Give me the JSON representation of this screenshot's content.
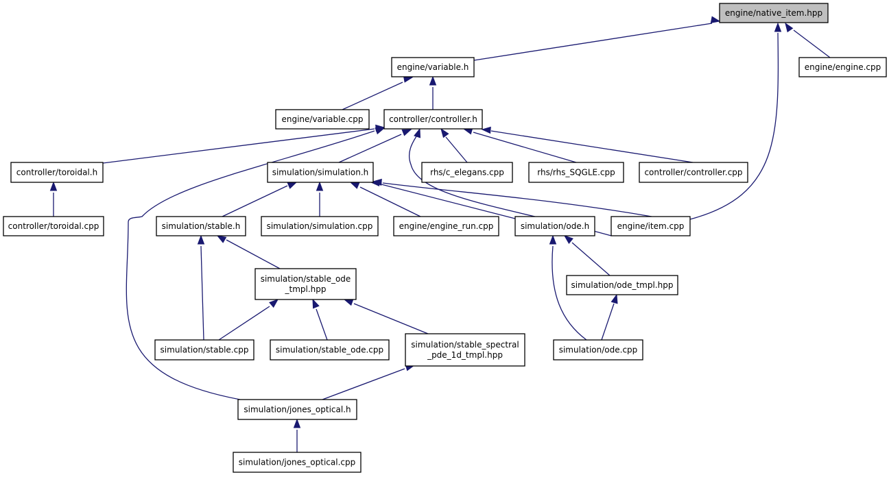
{
  "nodes": [
    {
      "id": "native_item",
      "label": [
        "engine/native_item.hpp"
      ],
      "root": true
    },
    {
      "id": "variable_h",
      "label": [
        "engine/variable.h"
      ]
    },
    {
      "id": "engine_cpp",
      "label": [
        "engine/engine.cpp"
      ]
    },
    {
      "id": "variable_cpp",
      "label": [
        "engine/variable.cpp"
      ]
    },
    {
      "id": "controller_h",
      "label": [
        "controller/controller.h"
      ]
    },
    {
      "id": "toroidal_h",
      "label": [
        "controller/toroidal.h"
      ]
    },
    {
      "id": "simulation_h",
      "label": [
        "simulation/simulation.h"
      ]
    },
    {
      "id": "c_elegans",
      "label": [
        "rhs/c_elegans.cpp"
      ]
    },
    {
      "id": "rhs_sqgle",
      "label": [
        "rhs/rhs_SQGLE.cpp"
      ]
    },
    {
      "id": "controller_cpp",
      "label": [
        "controller/controller.cpp"
      ]
    },
    {
      "id": "toroidal_cpp",
      "label": [
        "controller/toroidal.cpp"
      ]
    },
    {
      "id": "stable_h",
      "label": [
        "simulation/stable.h"
      ]
    },
    {
      "id": "simulation_cpp",
      "label": [
        "simulation/simulation.cpp"
      ]
    },
    {
      "id": "engine_run",
      "label": [
        "engine/engine_run.cpp"
      ]
    },
    {
      "id": "ode_h",
      "label": [
        "simulation/ode.h"
      ]
    },
    {
      "id": "item_cpp",
      "label": [
        "engine/item.cpp"
      ]
    },
    {
      "id": "stable_ode_tmpl",
      "label": [
        "simulation/stable_ode",
        "_tmpl.hpp"
      ]
    },
    {
      "id": "ode_tmpl",
      "label": [
        "simulation/ode_tmpl.hpp"
      ]
    },
    {
      "id": "stable_cpp",
      "label": [
        "simulation/stable.cpp"
      ]
    },
    {
      "id": "stable_ode_cpp",
      "label": [
        "simulation/stable_ode.cpp"
      ]
    },
    {
      "id": "stable_spectral",
      "label": [
        "simulation/stable_spectral",
        "_pde_1d_tmpl.hpp"
      ]
    },
    {
      "id": "ode_cpp",
      "label": [
        "simulation/ode.cpp"
      ]
    },
    {
      "id": "jones_h",
      "label": [
        "simulation/jones_optical.h"
      ]
    },
    {
      "id": "jones_cpp",
      "label": [
        "simulation/jones_optical.cpp"
      ]
    }
  ],
  "edges": [
    {
      "from": "variable_h",
      "to": "native_item"
    },
    {
      "from": "item_cpp",
      "to": "native_item"
    },
    {
      "from": "engine_cpp",
      "to": "native_item"
    },
    {
      "from": "variable_cpp",
      "to": "variable_h"
    },
    {
      "from": "controller_h",
      "to": "variable_h"
    },
    {
      "from": "toroidal_h",
      "to": "controller_h"
    },
    {
      "from": "jones_h",
      "to": "controller_h"
    },
    {
      "from": "simulation_h",
      "to": "controller_h"
    },
    {
      "from": "item_cpp",
      "to": "controller_h"
    },
    {
      "from": "c_elegans",
      "to": "controller_h"
    },
    {
      "from": "rhs_sqgle",
      "to": "controller_h"
    },
    {
      "from": "controller_cpp",
      "to": "controller_h"
    },
    {
      "from": "toroidal_cpp",
      "to": "toroidal_h"
    },
    {
      "from": "stable_h",
      "to": "simulation_h"
    },
    {
      "from": "simulation_cpp",
      "to": "simulation_h"
    },
    {
      "from": "engine_run",
      "to": "simulation_h"
    },
    {
      "from": "ode_h",
      "to": "simulation_h"
    },
    {
      "from": "item_cpp",
      "to": "simulation_h"
    },
    {
      "from": "stable_cpp",
      "to": "stable_h"
    },
    {
      "from": "stable_ode_tmpl",
      "to": "stable_h"
    },
    {
      "from": "stable_cpp",
      "to": "stable_ode_tmpl"
    },
    {
      "from": "stable_ode_cpp",
      "to": "stable_ode_tmpl"
    },
    {
      "from": "stable_spectral",
      "to": "stable_ode_tmpl"
    },
    {
      "from": "jones_h",
      "to": "stable_spectral"
    },
    {
      "from": "jones_cpp",
      "to": "jones_h"
    },
    {
      "from": "ode_tmpl",
      "to": "ode_h"
    },
    {
      "from": "ode_cpp",
      "to": "ode_h"
    },
    {
      "from": "ode_cpp",
      "to": "ode_tmpl"
    }
  ],
  "colors": {
    "edge": "#191970",
    "root_fill": "#bfbfbf",
    "node_fill": "#ffffff",
    "border": "#000000"
  }
}
